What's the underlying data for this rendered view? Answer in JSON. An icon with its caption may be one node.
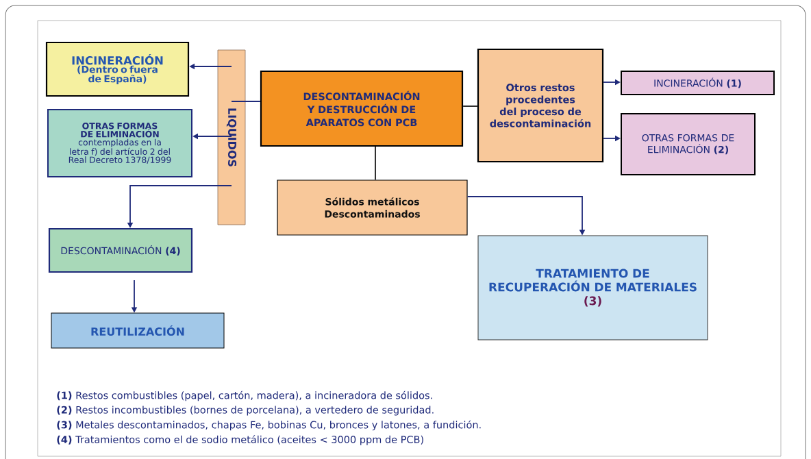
{
  "diagram": {
    "nodes": [
      {
        "text": [
          "INCINERACIÓN",
          "(Dentro o fuera de España)"
        ]
      },
      {
        "text": [
          "OTRAS FORMAS DE ELIMINACIÓN",
          "contempladas en la letra f) del artículo 2 del Real Decreto 1378/1999"
        ]
      },
      {
        "text": [
          "LIQUIDOS"
        ]
      },
      {
        "text": [
          "DESCONTAMINACIÓN Y DESTRUCCIÓN DE APARATOS CON PCB"
        ]
      },
      {
        "text": [
          "Otros restos procedentes del proceso de descontaminación"
        ]
      },
      {
        "text": [
          "INCINERACIÓN **(1)**"
        ]
      },
      {
        "text": [
          "OTRAS FORMAS DE ELIMINACIÓN **(2)**"
        ]
      },
      {
        "text": [
          "Sólidos metálicos Descontaminados"
        ]
      },
      {
        "text": [
          "DESCONTAMINACIÓN **(4)**"
        ]
      },
      {
        "text": [
          "REUTILIZACIÓN"
        ]
      },
      {
        "text": [
          "TRATAMIENTO DE RECUPERACIÓN DE MATERIALES",
          "(3)"
        ]
      }
    ],
    "edges": [
      {
        "from": 3,
        "to": 2,
        "arrow": "none"
      },
      {
        "from": 2,
        "to": 0,
        "arrow": "to"
      },
      {
        "from": 2,
        "to": 1,
        "arrow": "to"
      },
      {
        "from": 2,
        "to": 8,
        "arrow": "to"
      },
      {
        "from": 3,
        "to": 4,
        "arrow": "none",
        "color": "#1a1a1a"
      },
      {
        "from": 4,
        "to": 5,
        "arrow": "to"
      },
      {
        "from": 4,
        "to": 6,
        "arrow": "to"
      },
      {
        "from": 3,
        "to": 7,
        "arrow": "none",
        "color": "#1a1a1a"
      },
      {
        "from": 7,
        "to": 10,
        "arrow": "to"
      },
      {
        "from": 8,
        "to": 9,
        "arrow": "to"
      }
    ],
    "labels": [
      "**(1)** Restos combustibles (papel, cartón, madera), a incineradora de sólidos.",
      "**(2)** Restos incombustibles (bornes de porcelana), a vertedero de seguridad.",
      "**(3)** Metales descontaminados, chapas Fe, bobinas Cu, bronces y latones, a fundición.",
      "**(4)** Tratamientos como el de sodio metálico (aceites < 3000 ppm de PCB)"
    ]
  }
}
